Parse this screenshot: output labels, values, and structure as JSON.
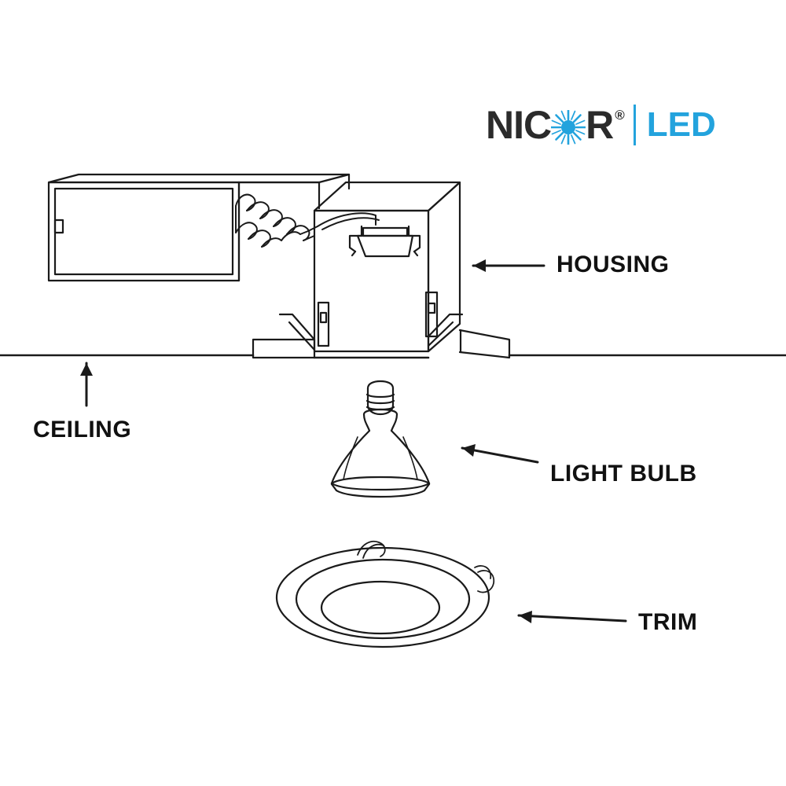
{
  "brand": {
    "name_part1": "NIC",
    "name_part2": "R",
    "registered_mark": "®",
    "sub_label": "LED",
    "star_icon": "star-burst-icon",
    "accent_color": "#23a3dd",
    "text_color": "#2b2b2b"
  },
  "diagram": {
    "title": "recessed-lighting-parts-diagram",
    "background_color": "#ffffff",
    "line_color": "#1a1a1a",
    "labels": {
      "housing": "HOUSING",
      "ceiling": "CEILING",
      "light_bulb": "LIGHT BULB",
      "trim": "TRIM"
    },
    "parts": [
      {
        "id": "junction-box",
        "name": "junction box",
        "position": "upper-left"
      },
      {
        "id": "flexible-conduit",
        "name": "flexible conduit",
        "position": "between junction box and housing"
      },
      {
        "id": "housing-can",
        "name": "housing can",
        "position": "center-upper"
      },
      {
        "id": "mounting-bars",
        "name": "mounting bars",
        "position": "housing base"
      },
      {
        "id": "ceiling-line",
        "name": "ceiling line",
        "position": "horizontal across image"
      },
      {
        "id": "light-bulb",
        "name": "PAR light bulb with E26 base",
        "position": "center"
      },
      {
        "id": "trim-ring",
        "name": "trim ring with torsion springs",
        "position": "bottom-center"
      }
    ],
    "arrows": [
      {
        "id": "arrow-housing",
        "points_to": "housing",
        "direction": "left"
      },
      {
        "id": "arrow-ceiling",
        "points_to": "ceiling",
        "direction": "up"
      },
      {
        "id": "arrow-light-bulb",
        "points_to": "light_bulb",
        "direction": "left"
      },
      {
        "id": "arrow-trim",
        "points_to": "trim",
        "direction": "left"
      }
    ]
  }
}
